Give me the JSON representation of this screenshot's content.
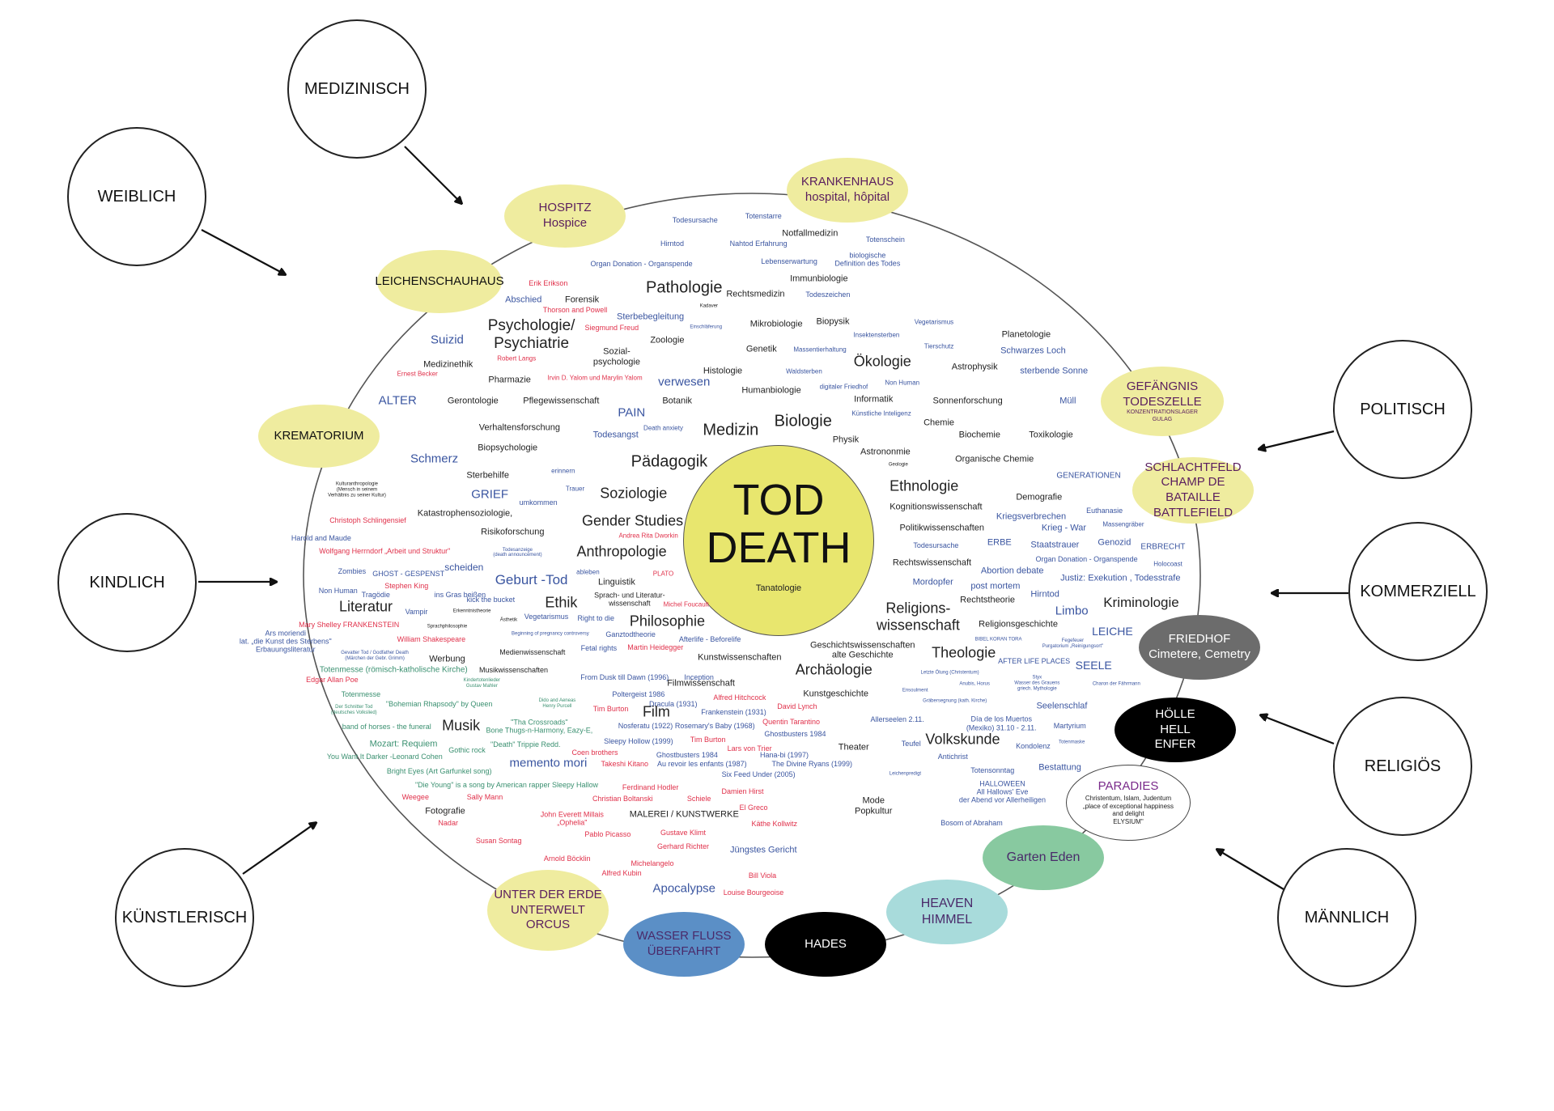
{
  "center": {
    "title": "TOD\nDEATH",
    "subtitle": "Tanatologie"
  },
  "perspectives": [
    "MEDIZINISCH",
    "WEIBLICH",
    "KINDLICH",
    "KÜNSTLERISCH",
    "POLITISCH",
    "KOMMERZIELL",
    "RELIGIÖS",
    "MÄNNLICH"
  ],
  "places": [
    {
      "label": "HOSPITZ\nHospice",
      "color": "#efec9f"
    },
    {
      "label": "KRANKENHAUS\nhospital, hôpital",
      "color": "#efec9f"
    },
    {
      "label": "LEICHENSCHAUHAUS",
      "color": "#efec9f"
    },
    {
      "label": "KREMATORIUM",
      "color": "#efec9f"
    },
    {
      "label": "GEFÄNGNIS\nTODESZELLE",
      "sublabel": "KONZENTRATIONSLAGER\nGULAG",
      "color": "#efec9f"
    },
    {
      "label": "SCHLACHTFELD\nCHAMP DE BATAILLE\nBATTLEFIELD",
      "color": "#efec9f"
    },
    {
      "label": "FRIEDHOF\nCimetere, Cemetry",
      "color": "#6c6c6c"
    },
    {
      "label": "HÖLLE\nHELL\nENFER",
      "color": "#000000"
    },
    {
      "label": "PARADIES",
      "sublabel": "Christentum, Islam, Judentum\n„place of exceptional happiness\nand delight\nELYSIUM\"",
      "color": "#ffffff"
    },
    {
      "label": "Garten Eden",
      "color": "#88c9a0"
    },
    {
      "label": "HEAVEN\nHIMMEL",
      "color": "#a8dbdb"
    },
    {
      "label": "HADES",
      "color": "#000000"
    },
    {
      "label": "WASSER FLUSS\nÜBERFAHRT",
      "color": "#5b8fc6"
    },
    {
      "label": "UNTER DER ERDE\nUNTERWELT\nORCUS",
      "color": "#efec9f"
    }
  ],
  "word_colors": {
    "k": "#222222",
    "b": "#3a55a0",
    "r": "#e0304a",
    "g": "#3a9070"
  },
  "words": [
    {
      "t": "Todesursache",
      "c": "b"
    },
    {
      "t": "Totenstarre",
      "c": "b"
    },
    {
      "t": "Notfallmedizin",
      "c": "k"
    },
    {
      "t": "Hirntod",
      "c": "b"
    },
    {
      "t": "Nahtod Erfahrung",
      "c": "b"
    },
    {
      "t": "Totenschein",
      "c": "b"
    },
    {
      "t": "Organ Donation - Organspende",
      "c": "b"
    },
    {
      "t": "Lebenserwartung",
      "c": "b"
    },
    {
      "t": "biologische\nDefinition des Todes",
      "c": "b"
    },
    {
      "t": "Immunbiologie",
      "c": "k"
    },
    {
      "t": "Erik Erikson",
      "c": "r"
    },
    {
      "t": "Abschied",
      "c": "b"
    },
    {
      "t": "Forensik",
      "c": "k"
    },
    {
      "t": "Pathologie",
      "c": "k"
    },
    {
      "t": "Rechtsmedizin",
      "c": "k"
    },
    {
      "t": "Todeszeichen",
      "c": "b"
    },
    {
      "t": "Thorson and Powell",
      "c": "r"
    },
    {
      "t": "Kadaver",
      "c": "k"
    },
    {
      "t": "Sterbebegleitung",
      "c": "b"
    },
    {
      "t": "Psychologie/\nPsychiatrie",
      "c": "k"
    },
    {
      "t": "Siegmund Freud",
      "c": "r"
    },
    {
      "t": "Einschläferung",
      "c": "b"
    },
    {
      "t": "Mikrobiologie",
      "c": "k"
    },
    {
      "t": "Biopysik",
      "c": "k"
    },
    {
      "t": "Vegetarismus",
      "c": "b"
    },
    {
      "t": "Insektensterben",
      "c": "b"
    },
    {
      "t": "Planetologie",
      "c": "k"
    },
    {
      "t": "Suizid",
      "c": "b"
    },
    {
      "t": "Zoologie",
      "c": "k"
    },
    {
      "t": "Sozial-\npsychologie",
      "c": "k"
    },
    {
      "t": "Genetik",
      "c": "k"
    },
    {
      "t": "Massentierhaltung",
      "c": "b"
    },
    {
      "t": "Tierschutz",
      "c": "b"
    },
    {
      "t": "Schwarzes Loch",
      "c": "b"
    },
    {
      "t": "Robert Langs",
      "c": "r"
    },
    {
      "t": "Ökologie",
      "c": "k"
    },
    {
      "t": "Medizinethik",
      "c": "k"
    },
    {
      "t": "Astrophysik",
      "c": "k"
    },
    {
      "t": "sterbende Sonne",
      "c": "b"
    },
    {
      "t": "Ernest Becker",
      "c": "r"
    },
    {
      "t": "Histologie",
      "c": "k"
    },
    {
      "t": "Waldsterben",
      "c": "b"
    },
    {
      "t": "Pharmazie",
      "c": "k"
    },
    {
      "t": "Irvin D. Yalom und Marylin Yalom",
      "c": "r"
    },
    {
      "t": "verwesen",
      "c": "b"
    },
    {
      "t": "digitaler Friedhof",
      "c": "b"
    },
    {
      "t": "Non Human",
      "c": "b"
    },
    {
      "t": "Humanbiologie",
      "c": "k"
    },
    {
      "t": "ALTER",
      "c": "b"
    },
    {
      "t": "Gerontologie",
      "c": "k"
    },
    {
      "t": "Pflegewissenschaft",
      "c": "k"
    },
    {
      "t": "Botanik",
      "c": "k"
    },
    {
      "t": "Informatik",
      "c": "k"
    },
    {
      "t": "Sonnenforschung",
      "c": "k"
    },
    {
      "t": "Müll",
      "c": "b"
    },
    {
      "t": "PAIN",
      "c": "b"
    },
    {
      "t": "Künstliche Inteligenz",
      "c": "b"
    },
    {
      "t": "Verhaltensforschung",
      "c": "k"
    },
    {
      "t": "Death anxiety",
      "c": "b"
    },
    {
      "t": "Todesangst",
      "c": "b"
    },
    {
      "t": "Medizin",
      "c": "k"
    },
    {
      "t": "Biologie",
      "c": "k"
    },
    {
      "t": "Chemie",
      "c": "k"
    },
    {
      "t": "Biochemie",
      "c": "k"
    },
    {
      "t": "Toxikologie",
      "c": "k"
    },
    {
      "t": "Physik",
      "c": "k"
    },
    {
      "t": "Biopsychologie",
      "c": "k"
    },
    {
      "t": "Astrononmie",
      "c": "k"
    },
    {
      "t": "Schmerz",
      "c": "b"
    },
    {
      "t": "Pädagogik",
      "c": "k"
    },
    {
      "t": "Geologie",
      "c": "k"
    },
    {
      "t": "Organische Chemie",
      "c": "k"
    },
    {
      "t": "erinnern",
      "c": "b"
    },
    {
      "t": "Sterbehilfe",
      "c": "k"
    },
    {
      "t": "GENERATIONEN",
      "c": "b"
    },
    {
      "t": "Kulturanthropologie\n(Mensch in seinem\nVerhältnis zu seiner Kultur)",
      "c": "k"
    },
    {
      "t": "Trauer",
      "c": "b"
    },
    {
      "t": "Ethnologie",
      "c": "k"
    },
    {
      "t": "GRIEF",
      "c": "b"
    },
    {
      "t": "Soziologie",
      "c": "k"
    },
    {
      "t": "Demografie",
      "c": "k"
    },
    {
      "t": "umkommen",
      "c": "b"
    },
    {
      "t": "Kognitionswissenschaft",
      "c": "k"
    },
    {
      "t": "Euthanasie",
      "c": "b"
    },
    {
      "t": "Katastrophensoziologie,",
      "c": "k"
    },
    {
      "t": "Christoph Schlingensief",
      "c": "r"
    },
    {
      "t": "Kriegsverbrechen",
      "c": "b"
    },
    {
      "t": "Gender Studies",
      "c": "k"
    },
    {
      "t": "Politikwissenschaften",
      "c": "k"
    },
    {
      "t": "Krieg - War",
      "c": "b"
    },
    {
      "t": "Massengräber",
      "c": "b"
    },
    {
      "t": "Risikoforschung",
      "c": "k"
    },
    {
      "t": "Andrea Rita Dworkin",
      "c": "r"
    },
    {
      "t": "Harold and Maude",
      "c": "b"
    },
    {
      "t": "Todesursache",
      "c": "b"
    },
    {
      "t": "ERBE",
      "c": "b"
    },
    {
      "t": "Staatstrauer",
      "c": "b"
    },
    {
      "t": "Genozid",
      "c": "b"
    },
    {
      "t": "ERBRECHT",
      "c": "b"
    },
    {
      "t": "Wolfgang Herrndorf „Arbeit und Struktur\"",
      "c": "r"
    },
    {
      "t": "Todesanzeige\n(death announcement)",
      "c": "b"
    },
    {
      "t": "Anthropologie",
      "c": "k"
    },
    {
      "t": "Rechtswissenschaft",
      "c": "k"
    },
    {
      "t": "Organ Donation - Organspende",
      "c": "b"
    },
    {
      "t": "Holocoast",
      "c": "b"
    },
    {
      "t": "Zombies",
      "c": "b"
    },
    {
      "t": "GHOST - GESPENST",
      "c": "b"
    },
    {
      "t": "scheiden",
      "c": "b"
    },
    {
      "t": "Abortion debate",
      "c": "b"
    },
    {
      "t": "ableben",
      "c": "b"
    },
    {
      "t": "PLATO",
      "c": "r"
    },
    {
      "t": "Geburt -Tod",
      "c": "b"
    },
    {
      "t": "Linguistik",
      "c": "k"
    },
    {
      "t": "Justiz: Exekution , Todesstrafe",
      "c": "b"
    },
    {
      "t": "Mordopfer",
      "c": "b"
    },
    {
      "t": "post mortem",
      "c": "b"
    },
    {
      "t": "Stephen King",
      "c": "r"
    },
    {
      "t": "Non Human",
      "c": "b"
    },
    {
      "t": "Tragödie",
      "c": "b"
    },
    {
      "t": "ins Gras beißen",
      "c": "b"
    },
    {
      "t": "kick the bucket",
      "c": "b"
    },
    {
      "t": "Sprach- und Literatur-\nwissenschaft",
      "c": "k"
    },
    {
      "t": "Hirntod",
      "c": "b"
    },
    {
      "t": "Rechtstheorie",
      "c": "k"
    },
    {
      "t": "Ethik",
      "c": "k"
    },
    {
      "t": "Michel Foucault",
      "c": "r"
    },
    {
      "t": "Kriminologie",
      "c": "k"
    },
    {
      "t": "Literatur",
      "c": "k"
    },
    {
      "t": "Vampir",
      "c": "b"
    },
    {
      "t": "Erkenntnistheorie",
      "c": "k"
    },
    {
      "t": "Religions-\nwissenschaft",
      "c": "k"
    },
    {
      "t": "Limbo",
      "c": "b"
    },
    {
      "t": "Ästhetik",
      "c": "k"
    },
    {
      "t": "Vegetarismus",
      "c": "b"
    },
    {
      "t": "Right to die",
      "c": "b"
    },
    {
      "t": "Philosophie",
      "c": "k"
    },
    {
      "t": "Mary Shelley FRANKENSTEIN",
      "c": "r"
    },
    {
      "t": "Religionsgeschichte",
      "c": "k"
    },
    {
      "t": "Sprachphilosophie",
      "c": "k"
    },
    {
      "t": "Beginning of pregnancy controversy",
      "c": "b"
    },
    {
      "t": "Ganztodtheorie",
      "c": "b"
    },
    {
      "t": "Ars moriendi\nlat. „die Kunst des Sterbens\"\nErbauungsliteratur",
      "c": "b"
    },
    {
      "t": "LEICHE",
      "c": "b"
    },
    {
      "t": "William Shakespeare",
      "c": "r"
    },
    {
      "t": "Afterlife - Beforelife",
      "c": "b"
    },
    {
      "t": "BIBEL  KORAN  TORA",
      "c": "b"
    },
    {
      "t": "Fegefeuer\nPurgatorium „Reinigungsort\"",
      "c": "b"
    },
    {
      "t": "Fetal rights",
      "c": "b"
    },
    {
      "t": "Martin Heidegger",
      "c": "r"
    },
    {
      "t": "Geschichtswissenschaften\nalte Geschichte",
      "c": "k"
    },
    {
      "t": "Theologie",
      "c": "k"
    },
    {
      "t": "Gevatter Tod / Godfather Death\n(Märchen der Gebr. Grimm)",
      "c": "b"
    },
    {
      "t": "Medienwissenschaft",
      "c": "k"
    },
    {
      "t": "Werbung",
      "c": "k"
    },
    {
      "t": "Kunstwissenschaften",
      "c": "k"
    },
    {
      "t": "AFTER LIFE PLACES",
      "c": "b"
    },
    {
      "t": "SEELE",
      "c": "b"
    },
    {
      "t": "Totenmesse (römisch-katholische Kirche)",
      "c": "g"
    },
    {
      "t": "Musikwissenschaften",
      "c": "k"
    },
    {
      "t": "Archäologie",
      "c": "k"
    },
    {
      "t": "Letzte Ölung (Christentum)",
      "c": "b"
    },
    {
      "t": "Edgar Allan Poe",
      "c": "r"
    },
    {
      "t": "Kindertotenlieder\nGustav Mahler",
      "c": "g"
    },
    {
      "t": "From Dusk till Dawn (1996)",
      "c": "b"
    },
    {
      "t": "Inception",
      "c": "b"
    },
    {
      "t": "Filmwissenschaft",
      "c": "k"
    },
    {
      "t": "Anubis, Horus",
      "c": "b"
    },
    {
      "t": "Styx\nWasser des Grauens\ngriech. Mythologie",
      "c": "b"
    },
    {
      "t": "Charon der Fährmann",
      "c": "b"
    },
    {
      "t": "Totenmesse",
      "c": "g"
    },
    {
      "t": "Poltergeist 1986",
      "c": "b"
    },
    {
      "t": "Kunstgeschichte",
      "c": "k"
    },
    {
      "t": "Ensoulment",
      "c": "b"
    },
    {
      "t": "Alfred Hitchcock",
      "c": "r"
    },
    {
      "t": "Dido and Aeneas\nHenry Purcell",
      "c": "g"
    },
    {
      "t": "\"Bohemian Rhapsody\" by Queen",
      "c": "g"
    },
    {
      "t": "Der Schnitter Tod\n(deutsches Volkslied)",
      "c": "g"
    },
    {
      "t": "Dracula (1931)",
      "c": "b"
    },
    {
      "t": "Gräbersegnung (kath. Kirche)",
      "c": "b"
    },
    {
      "t": "Tim Burton",
      "c": "r"
    },
    {
      "t": "Film",
      "c": "k"
    },
    {
      "t": "David Lynch",
      "c": "r"
    },
    {
      "t": "Frankenstein (1931)",
      "c": "b"
    },
    {
      "t": "Seelenschlaf",
      "c": "b"
    },
    {
      "t": "Allerseelen 2.11.",
      "c": "b"
    },
    {
      "t": "Quentin Tarantino",
      "c": "r"
    },
    {
      "t": "Día de los Muertos\n(Mexiko)  31.10 - 2.11.",
      "c": "b"
    },
    {
      "t": "band of horses - the funeral",
      "c": "g"
    },
    {
      "t": "Musik",
      "c": "k"
    },
    {
      "t": "\"Tha Crossroads\"\nBone Thugs-n-Harmony,  Eazy-E,",
      "c": "g"
    },
    {
      "t": "Nosferatu (1922)",
      "c": "b"
    },
    {
      "t": "Rosemary's Baby (1968)",
      "c": "b"
    },
    {
      "t": "Ghostbusters 1984",
      "c": "b"
    },
    {
      "t": "Martyrium",
      "c": "b"
    },
    {
      "t": "Tim Burton",
      "c": "r"
    },
    {
      "t": "Sleepy Hollow (1999)",
      "c": "b"
    },
    {
      "t": "Mozart: Requiem",
      "c": "g"
    },
    {
      "t": "\"Death\"  Trippie Redd.",
      "c": "g"
    },
    {
      "t": "Teufel",
      "c": "b"
    },
    {
      "t": "Volkskunde",
      "c": "k"
    },
    {
      "t": "Totenmaske",
      "c": "b"
    },
    {
      "t": "Kondolenz",
      "c": "b"
    },
    {
      "t": "Theater",
      "c": "k"
    },
    {
      "t": "Lars von Trier",
      "c": "r"
    },
    {
      "t": "Gothic rock",
      "c": "g"
    },
    {
      "t": "Coen brothers",
      "c": "r"
    },
    {
      "t": "Ghostbusters 1984",
      "c": "b"
    },
    {
      "t": "Hana-bi (1997)",
      "c": "b"
    },
    {
      "t": "Antichrist",
      "c": "b"
    },
    {
      "t": "You Want It Darker -Leonard Cohen",
      "c": "g"
    },
    {
      "t": "memento mori",
      "c": "b"
    },
    {
      "t": "Takeshi Kitano",
      "c": "r"
    },
    {
      "t": "Au revoir les enfants  (1987)",
      "c": "b"
    },
    {
      "t": "The Divine Ryans (1999)",
      "c": "b"
    },
    {
      "t": "Bright Eyes (Art Garfunkel song)",
      "c": "g"
    },
    {
      "t": "Six Feed Under (2005)",
      "c": "b"
    },
    {
      "t": "Totensonntag",
      "c": "b"
    },
    {
      "t": "Leichenpredigt",
      "c": "b"
    },
    {
      "t": "Bestattung",
      "c": "b"
    },
    {
      "t": "\"Die Young\" is a song by American rapper Sleepy Hallow",
      "c": "g"
    },
    {
      "t": "Ferdinand Hodler",
      "c": "r"
    },
    {
      "t": "HALLOWEEN\nAll Hallows' Eve\nder Abend vor Allerheiligen",
      "c": "b"
    },
    {
      "t": "Weegee",
      "c": "r"
    },
    {
      "t": "Sally Mann",
      "c": "r"
    },
    {
      "t": "Christian Boltanski",
      "c": "r"
    },
    {
      "t": "Damien Hirst",
      "c": "r"
    },
    {
      "t": "Schiele",
      "c": "r"
    },
    {
      "t": "Mode\nPopkultur",
      "c": "k"
    },
    {
      "t": "El Greco",
      "c": "r"
    },
    {
      "t": "Fotografie",
      "c": "k"
    },
    {
      "t": "John Everett Millais\n„Ophelia\"",
      "c": "r"
    },
    {
      "t": "MALEREI / KUNSTWERKE",
      "c": "k"
    },
    {
      "t": "Nadar",
      "c": "r"
    },
    {
      "t": "Käthe Kollwitz",
      "c": "r"
    },
    {
      "t": "Bosom of Abraham",
      "c": "b"
    },
    {
      "t": "Pablo Picasso",
      "c": "r"
    },
    {
      "t": "Gustave Klimt",
      "c": "r"
    },
    {
      "t": "Susan Sontag",
      "c": "r"
    },
    {
      "t": "Gerhard Richter",
      "c": "r"
    },
    {
      "t": "Jüngstes Gericht",
      "c": "b"
    },
    {
      "t": "Arnold Böcklin",
      "c": "r"
    },
    {
      "t": "Michelangelo",
      "c": "r"
    },
    {
      "t": "Alfred Kubin",
      "c": "r"
    },
    {
      "t": "Bill Viola",
      "c": "r"
    },
    {
      "t": "Apocalypse",
      "c": "b"
    },
    {
      "t": "Louise Bourgeoise",
      "c": "r"
    }
  ]
}
